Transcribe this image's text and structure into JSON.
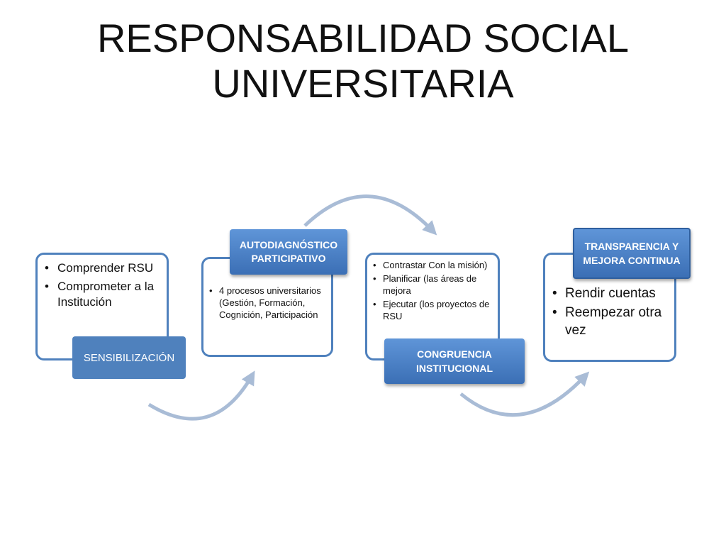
{
  "title": {
    "line1": "RESPONSABILIDAD SOCIAL",
    "line2": "UNIVERSITARIA"
  },
  "stages": [
    {
      "label": "SENSIBILIZACIÓN",
      "items": [
        "Comprender RSU",
        "Comprometer a la Institución"
      ]
    },
    {
      "label": "AUTODIAGNÓSTICO PARTICIPATIVO",
      "items": [
        "4 procesos universitarios (Gestión, Formación, Cognición, Participación"
      ]
    },
    {
      "label": "CONGRUENCIA INSTITUCIONAL",
      "items": [
        "Contrastar Con la misión)",
        "Planificar (las áreas de mejora",
        "Ejecutar (los proyectos de RSU"
      ]
    },
    {
      "label": "TRANSPARENCIA Y MEJORA CONTINUA",
      "items": [
        "Rendir cuentas",
        "Reempezar otra vez"
      ]
    }
  ],
  "colors": {
    "accent": "#4f81bd",
    "arrow": "#a9bcd6"
  }
}
